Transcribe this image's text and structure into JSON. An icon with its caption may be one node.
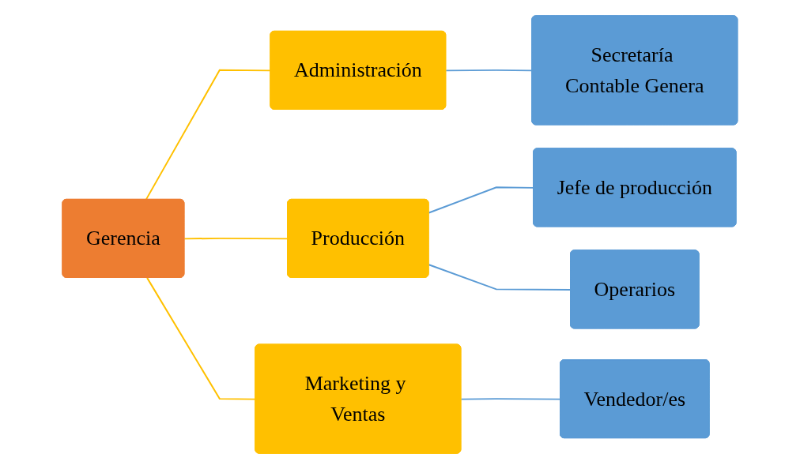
{
  "diagram": {
    "nodes": [
      {
        "text": [
          "Gerencia"
        ]
      },
      {
        "text": [
          "Administración"
        ]
      },
      {
        "text": [
          "Secretaría Contable Genera"
        ]
      },
      {
        "text": [
          "Producción"
        ]
      },
      {
        "text": [
          "Jefe de producción"
        ]
      },
      {
        "text": [
          "Operarios"
        ]
      },
      {
        "text": [
          "Marketing y Ventas"
        ]
      },
      {
        "text": [
          "Vendedor/es"
        ]
      }
    ],
    "edges": [
      {
        "from": 0,
        "to": 1,
        "arrow": "none",
        "color": "#ffc000"
      },
      {
        "from": 0,
        "to": 3,
        "arrow": "none",
        "color": "#ffc000"
      },
      {
        "from": 0,
        "to": 6,
        "arrow": "none",
        "color": "#ffc000"
      },
      {
        "from": 1,
        "to": 2,
        "arrow": "none"
      },
      {
        "from": 3,
        "to": 4,
        "arrow": "none"
      },
      {
        "from": 3,
        "to": 5,
        "arrow": "none"
      },
      {
        "from": 6,
        "to": 7,
        "arrow": "none"
      }
    ]
  }
}
